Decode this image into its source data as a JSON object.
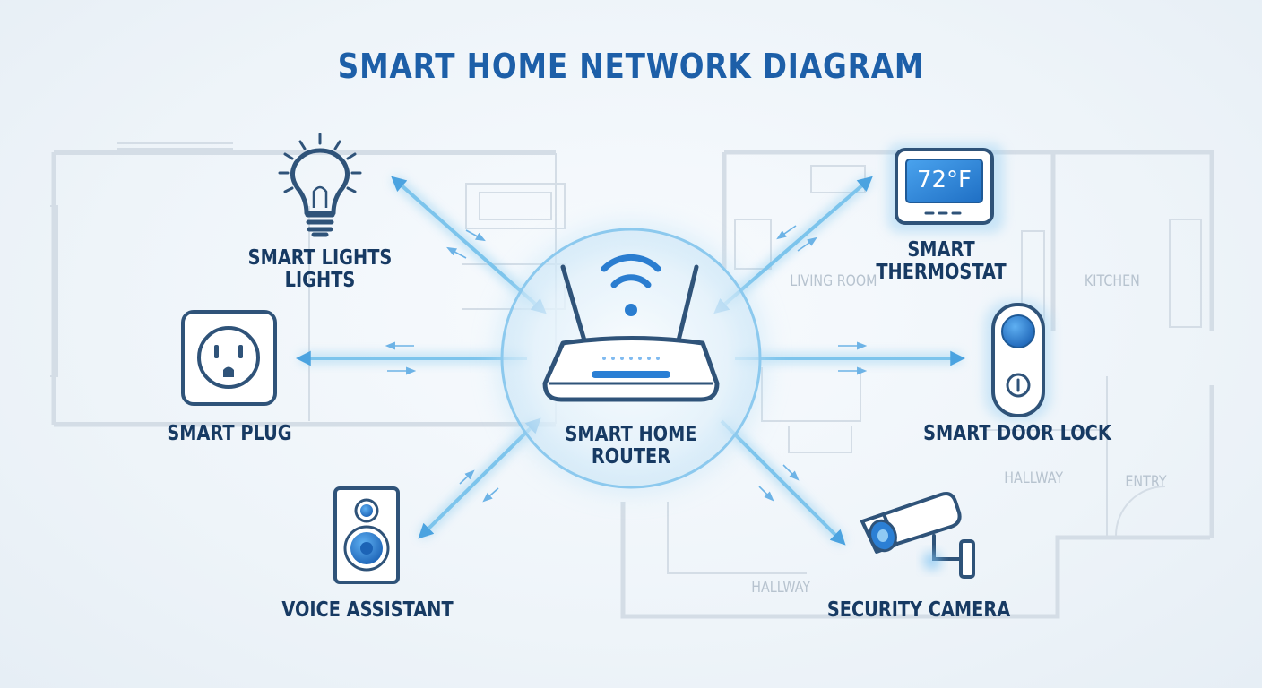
{
  "title": "SMART HOME NETWORK DIAGRAM",
  "hub": {
    "label_line1": "SMART HOME",
    "label_line2": "ROUTER"
  },
  "devices": {
    "lights": {
      "label_line1": "SMART LIGHTS",
      "label_line2": "LIGHTS"
    },
    "thermostat": {
      "label_line1": "SMART",
      "label_line2": "THERMOSTAT",
      "display": "72°F"
    },
    "plug": {
      "label": "SMART PLUG"
    },
    "door_lock": {
      "label": "SMART DOOR LOCK"
    },
    "voice": {
      "label": "VOICE ASSISTANT"
    },
    "camera": {
      "label": "SECURITY CAMERA"
    }
  },
  "rooms": {
    "living_room": "LIVING ROOM",
    "kitchen": "KITCHEN",
    "hallway_upper": "HALLWAY",
    "entry": "ENTRY",
    "hallway_lower": "HALLWAY"
  },
  "colors": {
    "title": "#1d5fa8",
    "label": "#173a63",
    "icon_stroke": "#2f5379",
    "accent": "#2b7fd4",
    "link": "#7cc4ec"
  },
  "icons": {
    "lights": "light-bulb-icon",
    "thermostat": "thermostat-icon",
    "plug": "power-outlet-icon",
    "door_lock": "door-lock-icon",
    "voice": "speaker-icon",
    "camera": "security-camera-icon",
    "hub": "router-icon"
  }
}
